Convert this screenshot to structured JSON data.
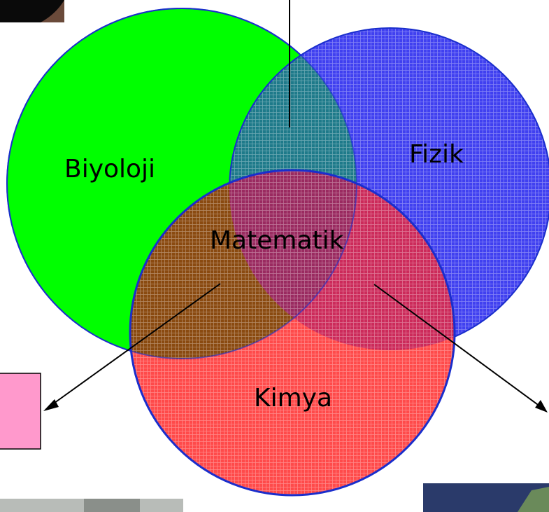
{
  "diagram": {
    "circles": [
      {
        "id": "biology",
        "label": "Biyoloji",
        "color": "#00ff00",
        "stroke": "#1a2ecc",
        "hatched": false
      },
      {
        "id": "physics",
        "label": "Fizik",
        "color": "#4040f0",
        "stroke": "#1a2ecc",
        "hatched": true
      },
      {
        "id": "chemistry",
        "label": "Kimya",
        "color": "#ff4a4a",
        "stroke": "#1a2ecc",
        "hatched": true
      }
    ],
    "center_label": "Matematik"
  },
  "palette": {
    "overlap_bio_phys": "#1e7a8a",
    "overlap_bio_chem": "#8a4a10",
    "overlap_all": "#9a2a60",
    "pink_box": "#ff99cc",
    "photo_dark": "#0a0a0a",
    "photo_blue": "#2a3a6a",
    "photo_gray": "#b8bcb8"
  }
}
